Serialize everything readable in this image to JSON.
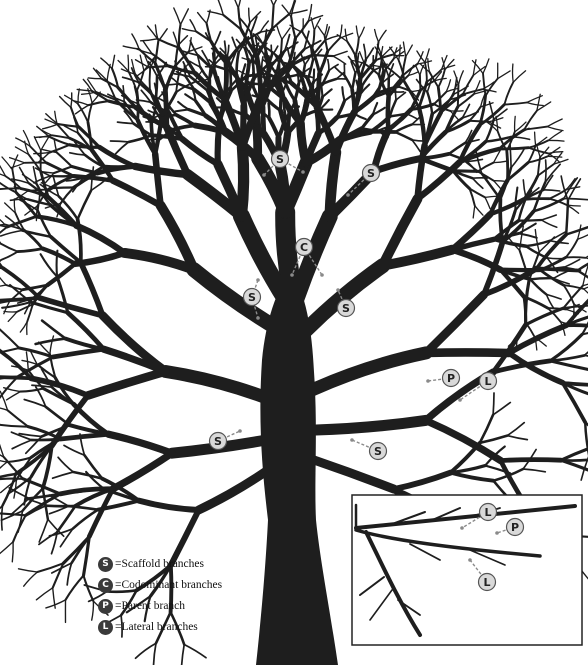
{
  "diagram": {
    "branch_markers": [
      {
        "name": "scaffold-marker-1",
        "letter": "S"
      },
      {
        "name": "scaffold-marker-2",
        "letter": "S"
      },
      {
        "name": "codominant-marker",
        "letter": "C"
      },
      {
        "name": "scaffold-marker-3",
        "letter": "S"
      },
      {
        "name": "scaffold-marker-4",
        "letter": "S"
      },
      {
        "name": "parent-marker",
        "letter": "P"
      },
      {
        "name": "lateral-marker",
        "letter": "L"
      },
      {
        "name": "scaffold-marker-5",
        "letter": "S"
      },
      {
        "name": "scaffold-marker-6",
        "letter": "S"
      }
    ],
    "inset_markers": [
      {
        "name": "inset-lateral-marker-1",
        "letter": "L"
      },
      {
        "name": "inset-parent-marker",
        "letter": "P"
      },
      {
        "name": "inset-lateral-marker-2",
        "letter": "L"
      }
    ],
    "legend": [
      {
        "letter": "S",
        "label": "=Scaffold branches"
      },
      {
        "letter": "C",
        "label": "=Codominant branches"
      },
      {
        "letter": "P",
        "label": "=Parent branch"
      },
      {
        "letter": "L",
        "label": "=Lateral branches"
      }
    ]
  }
}
